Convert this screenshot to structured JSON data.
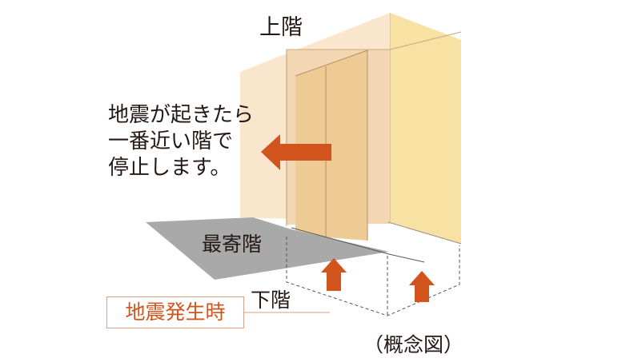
{
  "labels": {
    "upper_floor": "上階",
    "nearest_floor": "最寄階",
    "lower_floor": "下階",
    "caption": "（概念図）",
    "message": "地震が起きたら\n一番近い階で\n停止します。",
    "earthquake_tag": "地震発生時"
  },
  "colors": {
    "shaft_front": "#fae6cc",
    "shaft_side": "#f7e1a3",
    "car": "#eecb95",
    "floor_slab": "#a9a9a9",
    "arrow": "#d1541c",
    "tag_border": "#d7a183"
  }
}
